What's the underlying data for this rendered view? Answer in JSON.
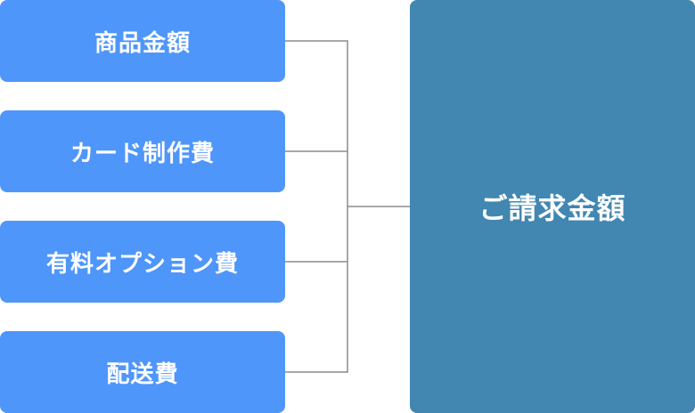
{
  "components": [
    {
      "label": "商品金額"
    },
    {
      "label": "カード制作費"
    },
    {
      "label": "有料オプション費"
    },
    {
      "label": "配送費"
    }
  ],
  "total": {
    "label": "ご請求金額"
  },
  "colors": {
    "component_box": "#4f96fb",
    "total_box": "#4187b1",
    "connector": "#8c8c8c"
  }
}
